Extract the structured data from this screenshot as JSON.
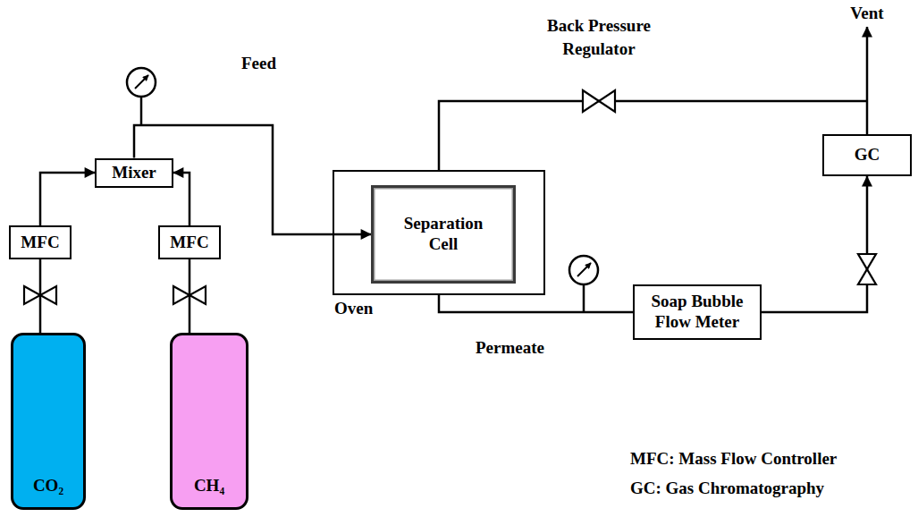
{
  "diagram": {
    "nodes": [
      {
        "text": [
          "Mixer"
        ]
      },
      {
        "text": [
          "MFC"
        ]
      },
      {
        "text": [
          "MFC"
        ]
      },
      {
        "text": [
          "CO₂"
        ]
      },
      {
        "text": [
          "CH₄"
        ]
      },
      {
        "text": [
          "Oven"
        ]
      },
      {
        "text": [
          "Separation Cell"
        ],
        "in": 5
      },
      {
        "text": [
          "Soap Bubble Flow Meter"
        ]
      },
      {
        "text": [
          "GC"
        ]
      }
    ],
    "edges": [
      {
        "from": 3,
        "to": 1,
        "arrow": "none"
      },
      {
        "from": 4,
        "to": 2,
        "arrow": "none"
      },
      {
        "from": 1,
        "to": 0,
        "arrow": "to"
      },
      {
        "from": 2,
        "to": 0,
        "arrow": "to"
      },
      {
        "from": 0,
        "to": 6,
        "arrow": "to"
      },
      {
        "from": 5,
        "to": 7,
        "arrow": "none"
      },
      {
        "from": 7,
        "to": 8,
        "arrow": "to"
      }
    ],
    "labels": [
      "Feed",
      "Back Pressure Regulator",
      "Vent",
      "Permeate",
      "MFC: Mass Flow Controller",
      "GC: Gas Chromatography"
    ]
  }
}
